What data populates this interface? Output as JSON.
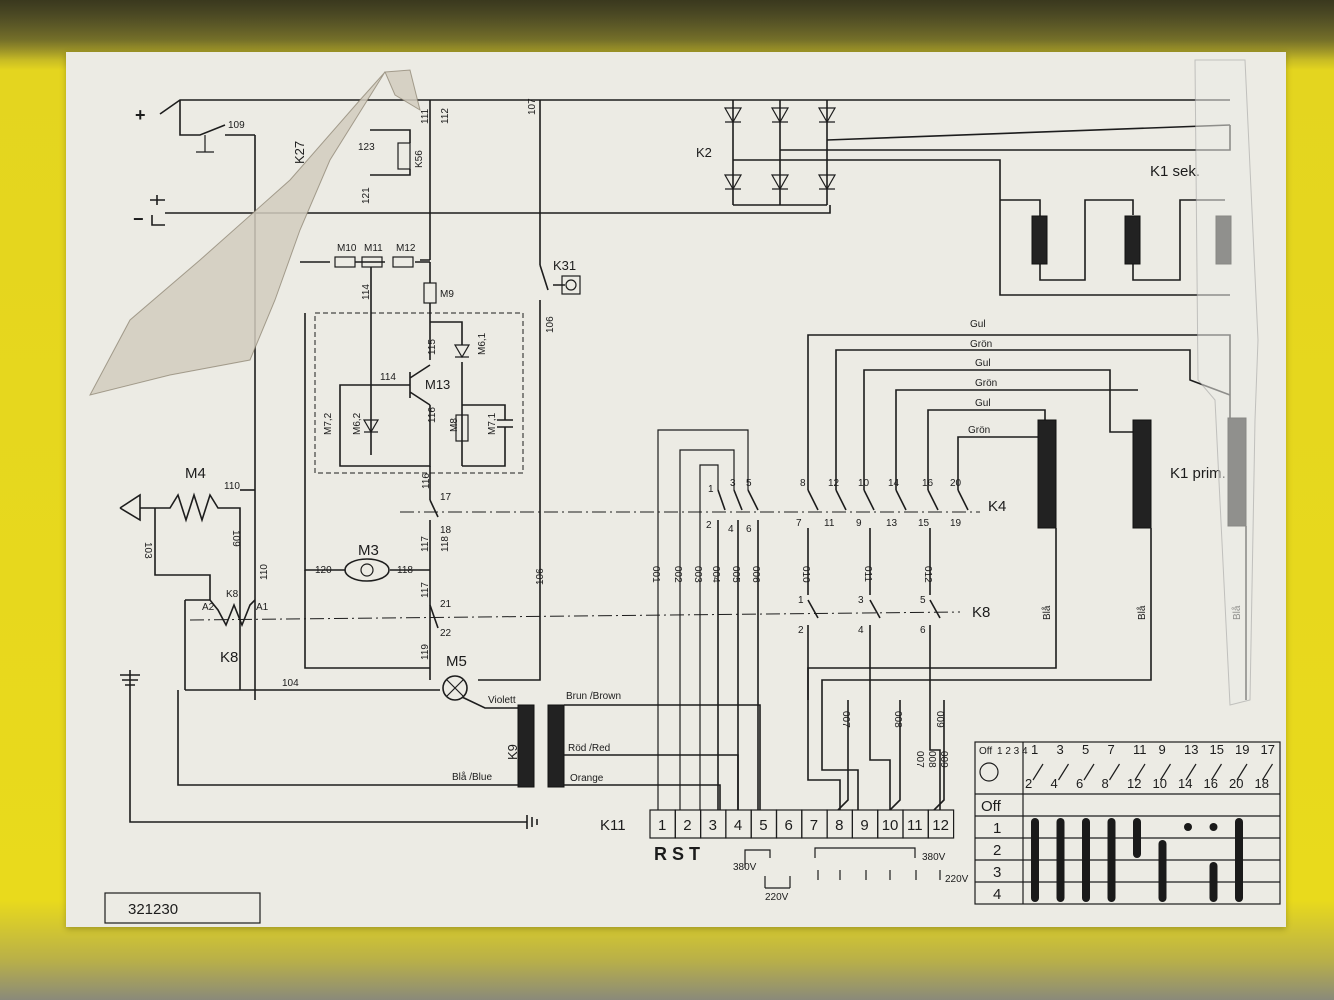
{
  "labels": {
    "plus": "+",
    "minus": "−",
    "k2": "K2",
    "k1_sek": "K1 sek.",
    "k1_prim": "K1 prim.",
    "k27": "K27",
    "k56": "K56",
    "k31": "K31",
    "k4": "K4",
    "k8_right": "K8",
    "k8_left": "K8",
    "k8_coil": "K8",
    "k9": "K9",
    "k11": "K11",
    "m3": "M3",
    "m4": "M4",
    "m5": "M5",
    "m8": "M8",
    "m9": "M9",
    "m10": "M10",
    "m11": "M11",
    "m12": "M12",
    "m13": "M13",
    "m6_1": "M6,1",
    "m6_2": "M6,2",
    "m7_1": "M7,1",
    "m7_2": "M7,2",
    "a1": "A1",
    "a2": "A2",
    "doc_number": "321230"
  },
  "wire_numbers": {
    "w109": "109",
    "w111": "111",
    "w112": "112",
    "w107": "107",
    "w123": "123",
    "w121": "121",
    "w114": "114",
    "w115": "115",
    "w116": "116",
    "w17": "17",
    "w18": "18",
    "w117": "117",
    "w118": "118",
    "w120": "120",
    "w21": "21",
    "w22": "22",
    "w119": "119",
    "w110": "110",
    "w103": "103",
    "w104": "104",
    "w106": "106"
  },
  "color_wires": {
    "gul": "Gul",
    "gron": "Grön",
    "bla": "Blå",
    "violett": "Violett",
    "brun": "Brun /Brown",
    "rod": "Röd /Red",
    "orange": "Orange",
    "bla_blue": "Blå /Blue"
  },
  "k4_contacts": [
    "1",
    "3",
    "5",
    "8",
    "12",
    "10",
    "14",
    "16",
    "20",
    "2",
    "4",
    "6",
    "7",
    "11",
    "9",
    "13",
    "15",
    "19"
  ],
  "k8_contacts": [
    "1",
    "3",
    "5",
    "2",
    "4",
    "6"
  ],
  "cable_numbers": [
    "001",
    "002",
    "003",
    "004",
    "005",
    "006",
    "010",
    "011",
    "012",
    "007",
    "008",
    "009",
    "007",
    "008",
    "009"
  ],
  "terminal_block": {
    "label": "K11",
    "terminals": [
      "1",
      "2",
      "3",
      "4",
      "5",
      "6",
      "7",
      "8",
      "9",
      "10",
      "11",
      "12"
    ],
    "phases": "R S T",
    "v380_left": "380V",
    "v220_mid": "220V",
    "v380_right": "380V",
    "v220_right": "220V"
  },
  "switch_table": {
    "header_off": "Off",
    "header_positions": "1 2 3 4",
    "top_numbers": [
      "1",
      "3",
      "5",
      "7",
      "11",
      "9",
      "13",
      "15",
      "19",
      "17"
    ],
    "bottom_numbers": [
      "2",
      "4",
      "6",
      "8",
      "12",
      "10",
      "14",
      "16",
      "20",
      "18"
    ],
    "rows": [
      "Off",
      "1",
      "2",
      "3",
      "4"
    ]
  }
}
